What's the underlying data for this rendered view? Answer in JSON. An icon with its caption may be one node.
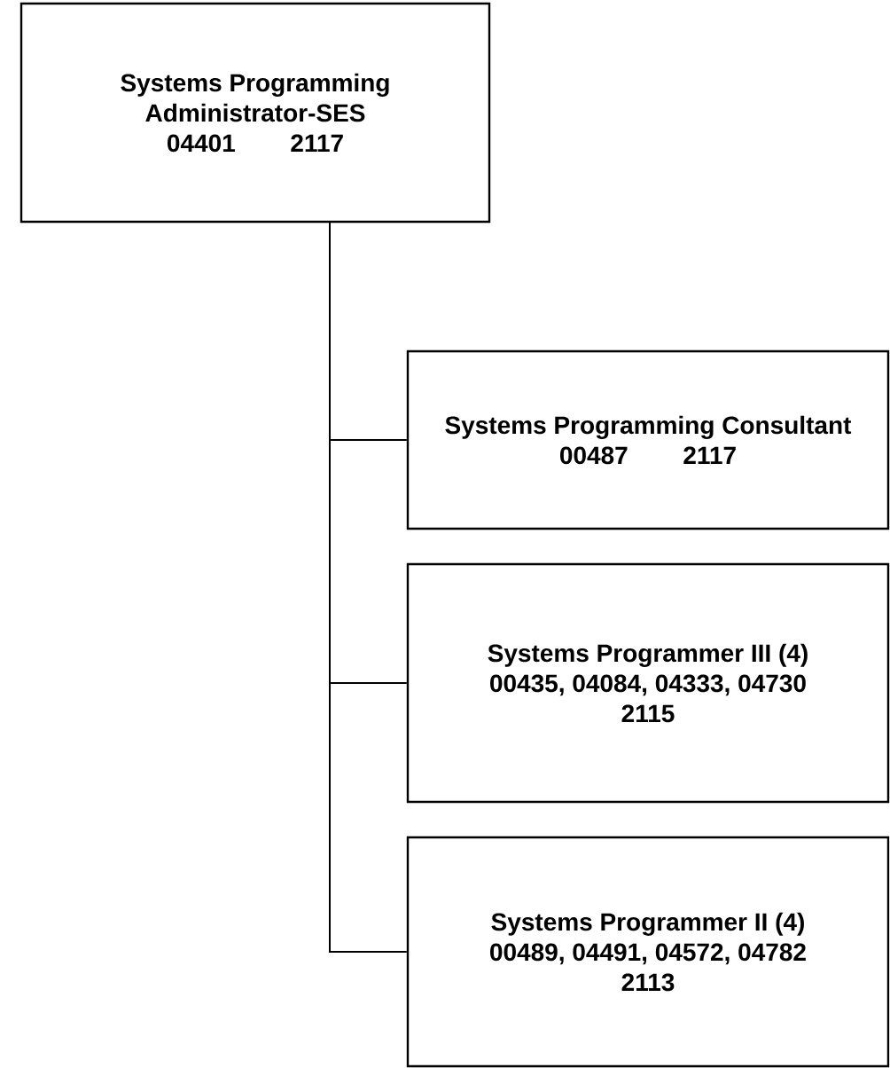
{
  "diagram": {
    "nodes": [
      {
        "text": [
          "Systems Programming Administrator-SES",
          "04401",
          "2117"
        ]
      },
      {
        "text": [
          "Systems Programming Consultant",
          "00487",
          "2117"
        ]
      },
      {
        "text": [
          "Systems Programmer III (4)",
          "00435, 04084, 04333, 04730",
          "2115"
        ]
      },
      {
        "text": [
          "Systems Programmer II (4)",
          "00489, 04491, 04572, 04782",
          "2113"
        ]
      }
    ],
    "edges": [
      {
        "from": 0,
        "to": 1,
        "arrow": "none"
      },
      {
        "from": 0,
        "to": 2,
        "arrow": "none"
      },
      {
        "from": 0,
        "to": 3,
        "arrow": "none"
      }
    ]
  }
}
